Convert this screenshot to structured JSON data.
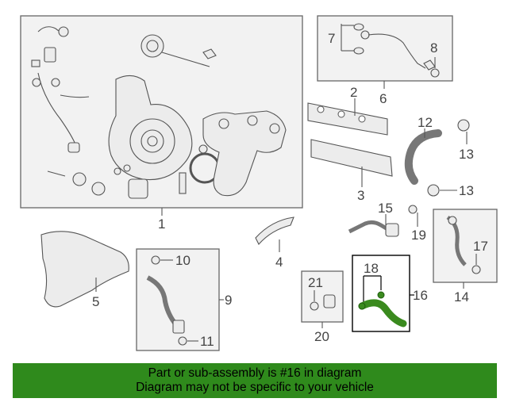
{
  "callouts": {
    "c1": "1",
    "c2": "2",
    "c3": "3",
    "c4": "4",
    "c5": "5",
    "c6": "6",
    "c7": "7",
    "c8": "8",
    "c9": "9",
    "c10": "10",
    "c11": "11",
    "c12": "12",
    "c13a": "13",
    "c13b": "13",
    "c14": "14",
    "c15": "15",
    "c16": "16",
    "c17": "17",
    "c18": "18",
    "c19": "19",
    "c20": "20",
    "c21": "21"
  },
  "banner": {
    "line1": "Part or sub-assembly is #16 in diagram",
    "line2": "Diagram may not be specific to your vehicle"
  },
  "colors": {
    "highlight": "#3a8a1e",
    "banner": "#2f8a1c",
    "line": "#555555"
  }
}
